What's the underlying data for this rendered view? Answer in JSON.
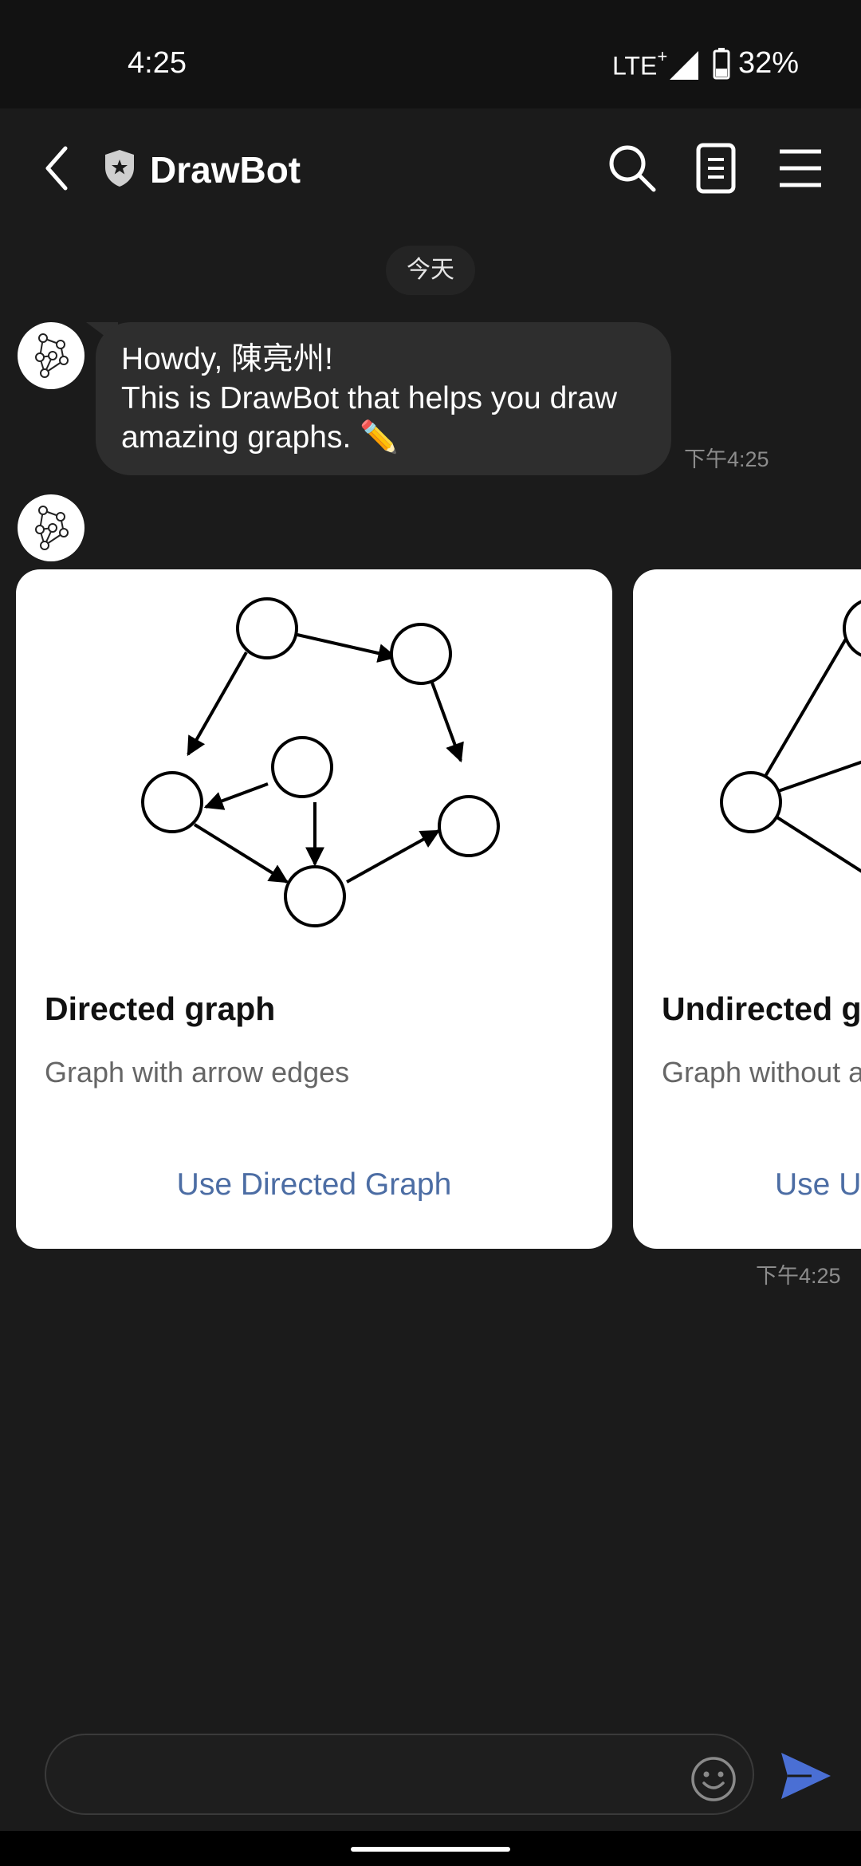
{
  "status_bar": {
    "time": "4:25",
    "network": "LTE",
    "network_plus": "+",
    "battery": "32%"
  },
  "header": {
    "title": "DrawBot"
  },
  "date_separator": "今天",
  "messages": [
    {
      "sender": "DrawBot",
      "lines": [
        "Howdy, 陳亮州!",
        "This is DrawBot that helps you draw",
        "amazing graphs. ✏️"
      ],
      "time": "下午4:25"
    }
  ],
  "cards": [
    {
      "title": "Directed graph",
      "description": "Graph with arrow edges",
      "action": "Use Directed Graph"
    },
    {
      "title": "Undirected graph",
      "description": "Graph without arrow edges",
      "action": "Use Undirected Graph"
    }
  ],
  "cards_time": "下午4:25",
  "input": {
    "placeholder": ""
  },
  "icons": {
    "back": "back-arrow-icon",
    "shield": "shield-icon",
    "search": "search-icon",
    "note": "note-icon",
    "menu": "menu-icon",
    "emoji": "emoji-icon",
    "send": "send-icon"
  },
  "colors": {
    "accent": "#4c6da4",
    "send": "#4a6fd4",
    "background": "#1b1b1b",
    "bubble": "#2e2e2e"
  }
}
